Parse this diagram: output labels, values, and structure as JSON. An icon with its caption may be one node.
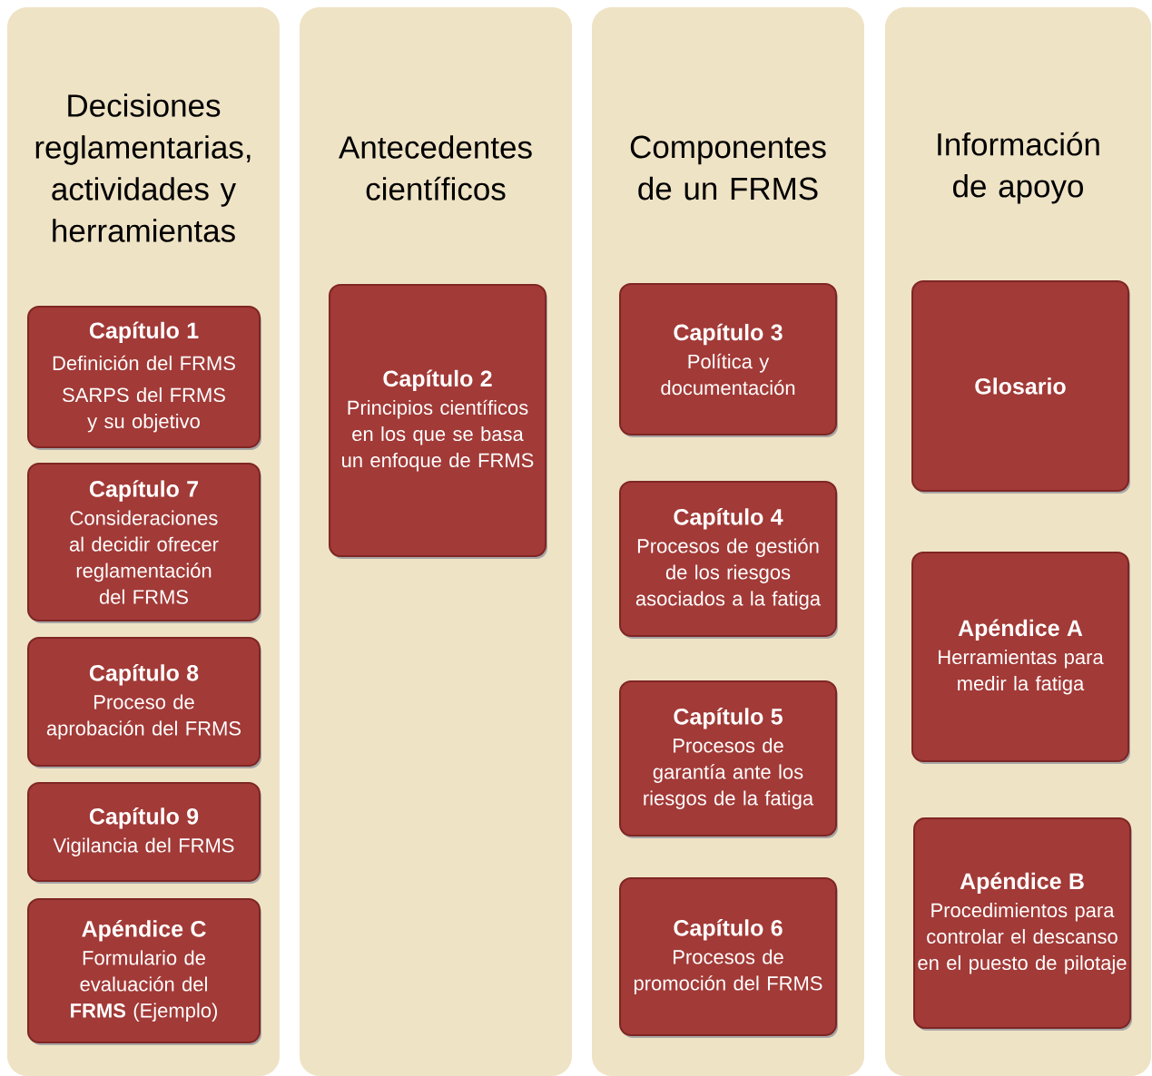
{
  "diagram": {
    "nodes": [
      {
        "text": [
          "Decisiones reglamentarias, actividades y herramientas"
        ]
      },
      {
        "text": [
          "Capítulo 1",
          "Definición del FRMS",
          "SARPS del FRMS y  su objetivo"
        ],
        "in": 0
      },
      {
        "text": [
          "Capítulo 7",
          "Consideraciones al decidir ofrecer reglamentación del FRMS"
        ],
        "in": 0
      },
      {
        "text": [
          "Capítulo 8",
          "Proceso de aprobación del FRMS"
        ],
        "in": 0
      },
      {
        "text": [
          "Capítulo 9",
          "Vigilancia del FRMS"
        ],
        "in": 0
      },
      {
        "text": [
          "Apéndice C",
          "Formulario de evaluación del **FRMS** (Ejemplo)"
        ],
        "in": 0
      },
      {
        "text": [
          "Antecedentes científicos"
        ]
      },
      {
        "text": [
          "Capítulo 2",
          "Principios científicos en los que se basa un enfoque de FRMS"
        ],
        "in": 6
      },
      {
        "text": [
          "Componentes de un FRMS"
        ]
      },
      {
        "text": [
          "Capítulo 3",
          "Política y documentación"
        ],
        "in": 8
      },
      {
        "text": [
          "Capítulo 4",
          "Procesos de gestión de los riesgos asociados a la fatiga"
        ],
        "in": 8
      },
      {
        "text": [
          "Capítulo 5",
          "Procesos de garantía ante los riesgos de la fatiga"
        ],
        "in": 8
      },
      {
        "text": [
          "Capítulo 6",
          "Procesos  de promoción del FRMS"
        ],
        "in": 8
      },
      {
        "text": [
          "Información de apoyo"
        ]
      },
      {
        "text": [
          "Glosario"
        ],
        "in": 13
      },
      {
        "text": [
          "Apéndice A",
          "Herramientas para medir la fatiga"
        ],
        "in": 13
      },
      {
        "text": [
          "Apéndice B",
          "Procedimientos para controlar el descanso en el puesto de pilotaje"
        ],
        "in": 13
      }
    ]
  }
}
